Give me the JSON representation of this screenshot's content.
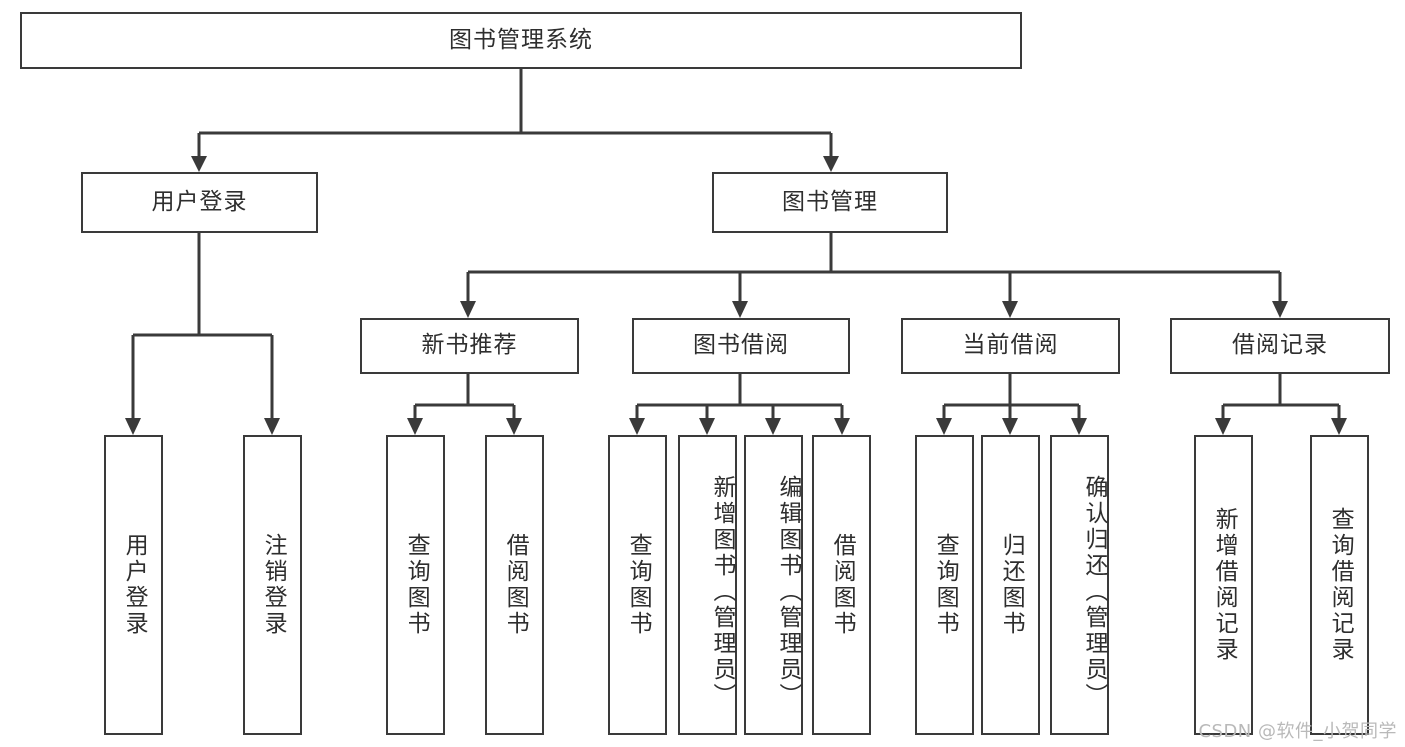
{
  "diagram": {
    "title": "图书管理系统",
    "type": "hierarchy-tree",
    "root": {
      "label": "图书管理系统"
    },
    "level2": [
      {
        "label": "用户登录"
      },
      {
        "label": "图书管理"
      }
    ],
    "level3": [
      {
        "label": "新书推荐"
      },
      {
        "label": "图书借阅"
      },
      {
        "label": "当前借阅"
      },
      {
        "label": "借阅记录"
      }
    ],
    "leaves": {
      "user_login": [
        {
          "label": "用户登录"
        },
        {
          "label": "注销登录"
        }
      ],
      "new_book_recommend": [
        {
          "label": "查询图书"
        },
        {
          "label": "借阅图书"
        }
      ],
      "book_borrow": [
        {
          "label": "查询图书"
        },
        {
          "label": "新增图书（管理员）"
        },
        {
          "label": "编辑图书（管理员）"
        },
        {
          "label": "借阅图书"
        }
      ],
      "current_borrow": [
        {
          "label": "查询图书"
        },
        {
          "label": "归还图书"
        },
        {
          "label": "确认归还（管理员）"
        }
      ],
      "borrow_record": [
        {
          "label": "新增借阅记录"
        },
        {
          "label": "查询借阅记录"
        }
      ]
    }
  },
  "watermark": {
    "text": "CSDN @软件_小贺同学"
  },
  "colors": {
    "border": "#3a3a3a",
    "text": "#2e2e2e",
    "background": "#ffffff",
    "watermark": "#b9b9b9"
  }
}
